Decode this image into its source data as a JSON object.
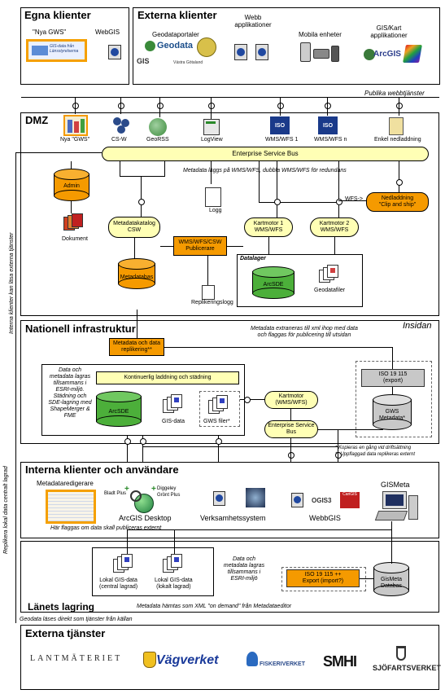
{
  "sections": {
    "egna": "Egna klienter",
    "externa": "Externa klienter",
    "dmz": "DMZ",
    "nationell": "Nationell infrastruktur",
    "insidan": "Insidan",
    "interna": "Interna klienter och användare",
    "lanets": "Länets lagring",
    "externa_tjanster": "Externa tjänster"
  },
  "egna": {
    "nya_gws": "\"Nya GWS\"",
    "webgis": "WebGIS",
    "logo_text": "GIS-data från Länsstyrelserna"
  },
  "externa": {
    "geodataportaler": "Geodataportaler",
    "geodata_logo": "Geodata",
    "gis_logo": "GIS",
    "vastra": "Västra Götaland",
    "webb": "Webb\napplikationer",
    "mobila": "Mobila enheter",
    "giskart": "GIS/Kart\napplikationer",
    "arcgis": "ArcGIS"
  },
  "publika": "Publika webbtjänster",
  "dmz": {
    "nya_gws": "Nya \"GWS\"",
    "csw": "CS-W",
    "georss": "GeoRSS",
    "logview": "LogView",
    "wms1": "WMS/WFS 1",
    "wmsn": "WMS/WFS n",
    "enkel": "Enkel nedladdning",
    "esb": "Enterprise Service Bus",
    "metadata_note": "Metadata läggs på WMS/WFS, dubbla WMS/WFS för redundans",
    "admin": "Admin",
    "logg": "Logg",
    "wfs_arrow": "WFS->",
    "nedladdning": "Nedladdning\n\"Clip and ship\"",
    "dokument": "Dokument",
    "metadatakatalog": "Metadatakatalog\nCSW",
    "wms_pub": "WMS/WFS/CSW\nPublicerare",
    "kartmotor1": "Kartmotor 1\nWMS/WFS",
    "kartmotor2": "Kartmotor 2\nWMS/WFS",
    "metadatabas": "Metadatabas",
    "datalager": "Datalager",
    "arcsde": "ArcSDE",
    "geodatafiler": "Geodatafiler",
    "replikeringslogg": "Replikeringslogg",
    "iso": "ISO"
  },
  "nationell": {
    "extraneras": "Metadata extraneras till xml ihop med data\noch flaggas för publicering till utsidan",
    "replikering": "Metadata och data\nreplikering**",
    "data_note": "Data och\nmetadata lagras\ntillsammans i\nESRI-miljö.\nStädning och\nSDE-lagring med\nShapeMerger &\nFME",
    "kontinuerlig": "Kontinuerlig laddning och städning",
    "arcsde": "ArcSDE",
    "gisdata": "GIS-data",
    "gwsfiler": "GWS filer*",
    "kartmotor": "Kartmotor\n(WMS/WFS)",
    "esb": "Enterprise Service\nBus",
    "iso_export": "ISO 19 115\n(export)",
    "gws_metadata": "GWS\nMetadata*",
    "footnote1": "* Kopieras en gång vid driftsättning",
    "footnote2": "** Uppflaggad data replikeras externt"
  },
  "interna": {
    "metadataredigerare": "Metadataredigerare",
    "bladt_plus": "Bladt Plus",
    "diggeley": "Diggeley",
    "gront_plus": "Grönt Plus",
    "arcgis_desktop": "ArcGIS Desktop",
    "verksamhetssystem": "Verksamhetssystem",
    "webbgis": "WebbGIS",
    "gismeta": "GISMeta",
    "flaggas": "Här flaggas om data skall publiceras externt",
    "ogis": "OGIS3",
    "carigis": "CariGIS"
  },
  "lanets": {
    "lokal_central": "Lokal GIS-data\n(central lagrad)",
    "lokal_lokal": "Lokal GIS-data\n(lokalt lagrad)",
    "data_note": "Data och\nmetadata lagras\ntillsammans i\nESRI-miljö",
    "iso_export": "ISO 19 115 ++\nExport (import?)",
    "gismeta_db": "GisMeta\nDatabas",
    "hamtas": "Metadata hämtas som XML \"on demand\" från Metadataeditor"
  },
  "geodata_lases": "Geodata läses direkt som tjänster från källan",
  "externa_tjanster": {
    "lantmateriet": "LANTMÄTERIET",
    "vagverket": "Vägverket",
    "fiskeriverket": "FISKERIVERKET",
    "smhi": "SMHI",
    "sjofartsverket": "SJÖFARTSVERKET"
  },
  "vertical": {
    "interna_externa": "Interna klienter kan läsa externa tjänster",
    "replikera": "Replikera lokal data centralt lagrad"
  },
  "colors": {
    "orange": "#f59a00",
    "yellow": "#ffffb5",
    "grey": "#c8c8c8"
  }
}
